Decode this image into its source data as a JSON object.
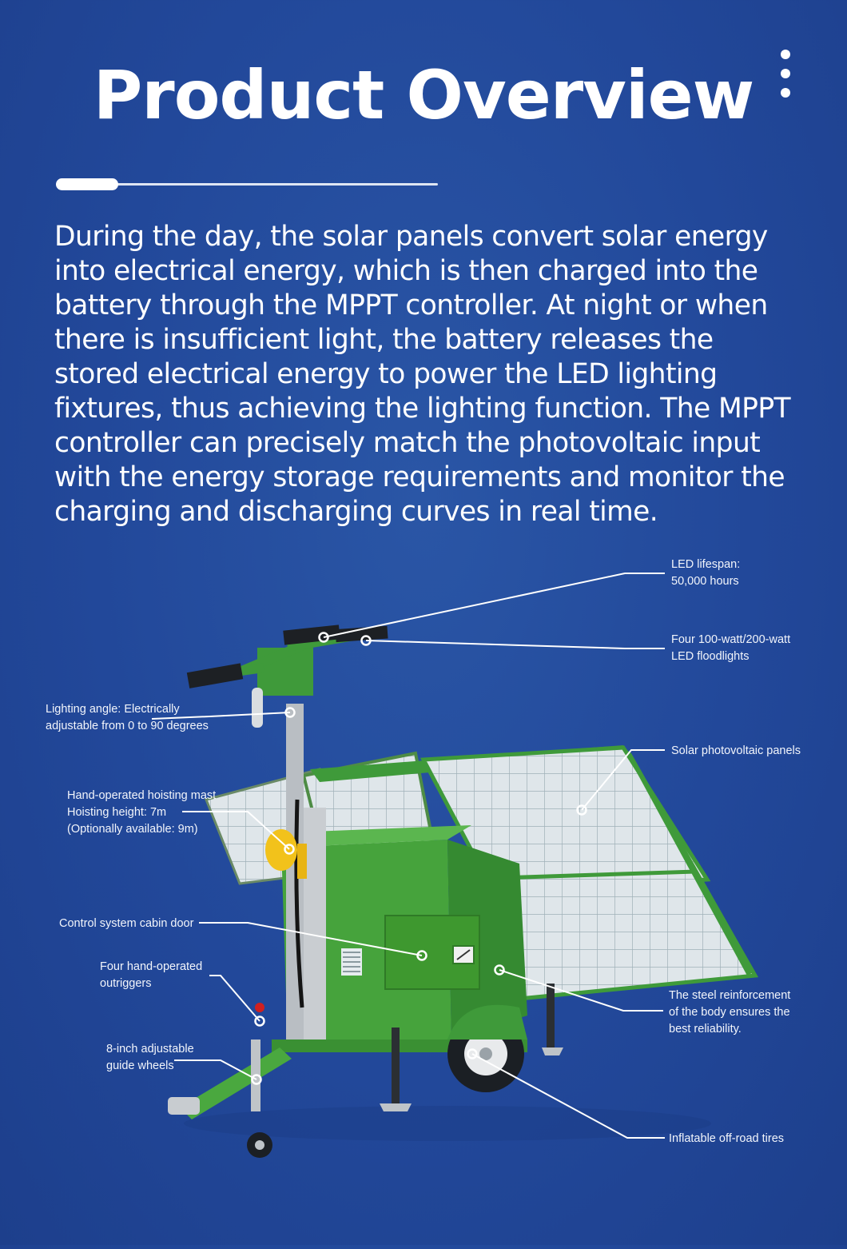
{
  "header": {
    "title": "Product Overview",
    "menu_icon": "vertical-dots-icon"
  },
  "intro": {
    "text": "During the day, the solar panels convert solar energy into electrical energy, which is then charged into the battery through the MPPT controller. At night or when there is insufficient light, the battery releases the stored electrical energy to power the LED lighting fixtures, thus achieving the lighting function. The MPPT controller can precisely match the photovoltaic input with the energy storage requirements and monitor the charging and discharging curves in real time."
  },
  "colors": {
    "background": "#22489a",
    "trailer_green": "#3f9a3a",
    "panel_white": "#e6ecef",
    "callout_line": "#ffffff"
  },
  "callouts": [
    {
      "id": "led-lifespan",
      "text": "LED lifespan:\n50,000 hours"
    },
    {
      "id": "floodlights",
      "text": "Four 100-watt/200-watt\nLED floodlights"
    },
    {
      "id": "lighting-angle",
      "text": "Lighting angle: Electrically\nadjustable from 0 to 90 degrees"
    },
    {
      "id": "solar-panels",
      "text": "Solar photovoltaic panels"
    },
    {
      "id": "hoisting-mast",
      "text": "Hand-operated hoisting mast\nHoisting height: 7m\n(Optionally available: 9m)"
    },
    {
      "id": "cabin-door",
      "text": "Control system cabin door"
    },
    {
      "id": "outriggers",
      "text": "Four hand-operated\noutriggers"
    },
    {
      "id": "steel-reinforcement",
      "text": "The steel reinforcement\nof the body ensures the\nbest reliability."
    },
    {
      "id": "guide-wheels",
      "text": "8-inch adjustable\nguide wheels"
    },
    {
      "id": "tires",
      "text": "Inflatable off-road tires"
    }
  ]
}
